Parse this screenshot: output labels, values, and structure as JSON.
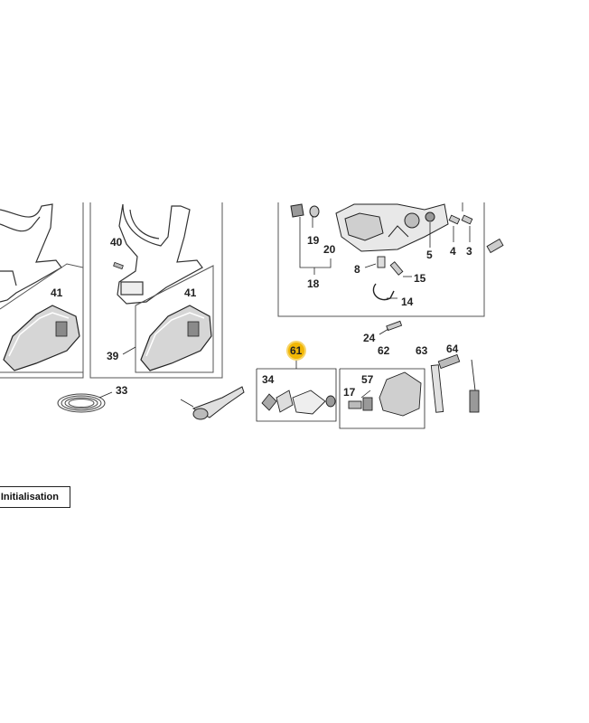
{
  "diagram": {
    "part_numbers": {
      "p40": "40",
      "p41a": "41",
      "p41b": "41",
      "p39": "39",
      "p33": "33",
      "p19": "19",
      "p20": "20",
      "p18": "18",
      "p8": "8",
      "p15": "15",
      "p14": "14",
      "p5": "5",
      "p4": "4",
      "p3": "3",
      "p24": "24",
      "p61": "61",
      "p62": "62",
      "p63": "63",
      "p64": "64",
      "p34": "34",
      "p57": "57",
      "p17": "17"
    },
    "selected_part": "61",
    "highlight_color": "#f2b705"
  },
  "controls": {
    "reset_label": "Initialisation"
  }
}
